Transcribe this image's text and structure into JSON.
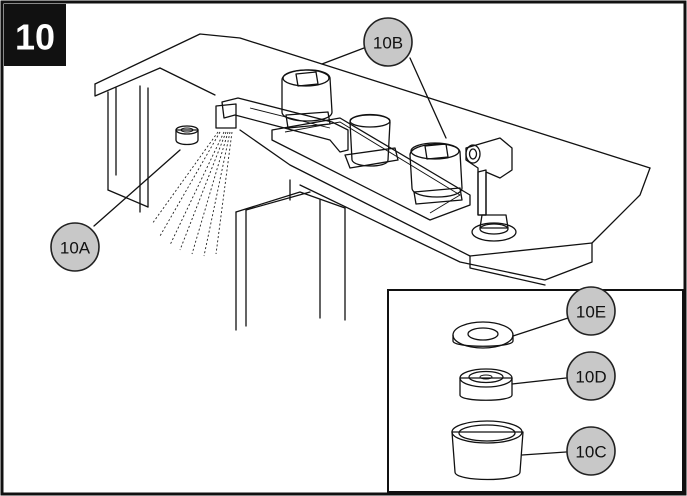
{
  "step": {
    "number": "10"
  },
  "callouts": {
    "a": "10A",
    "b": "10B",
    "c": "10C",
    "d": "10D",
    "e": "10E"
  }
}
